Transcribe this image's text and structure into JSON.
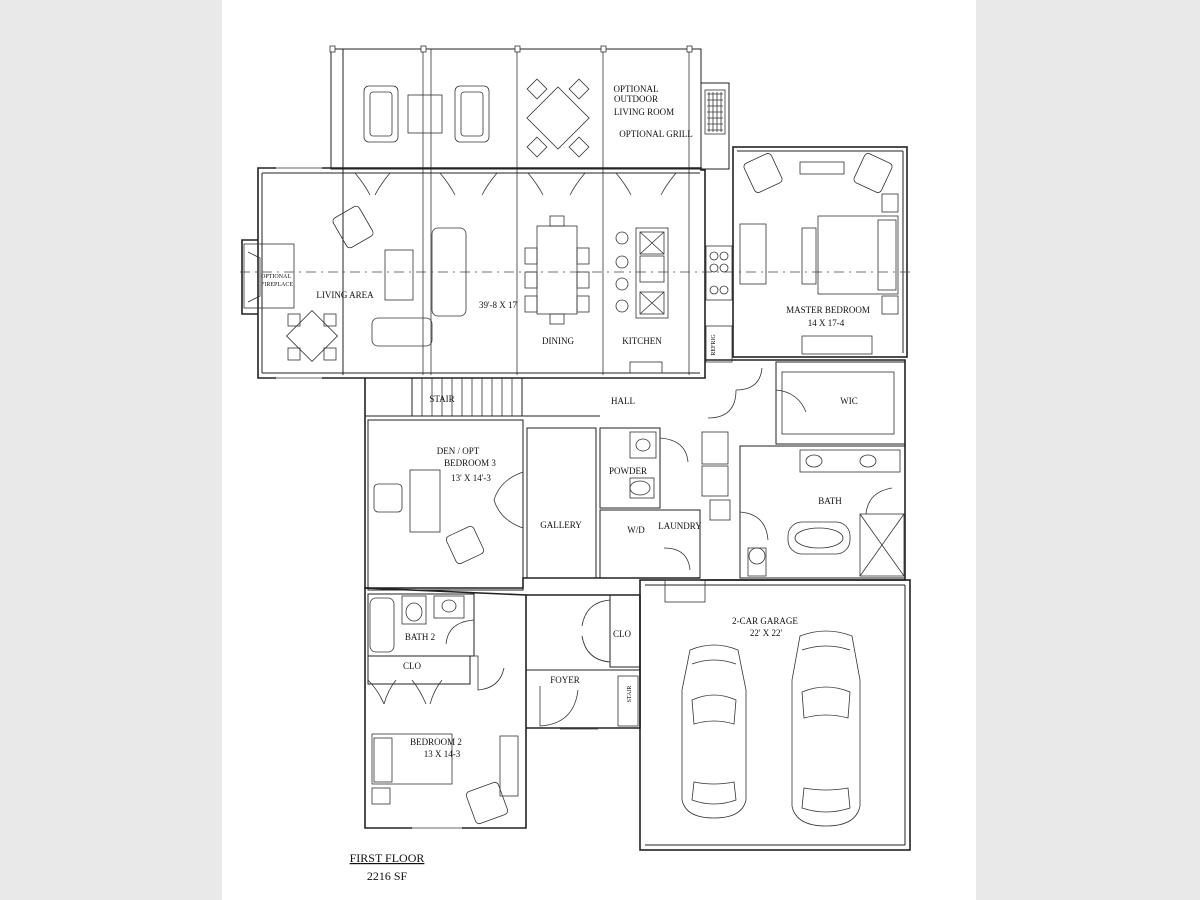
{
  "plan": {
    "title": "FIRST FLOOR",
    "area": "2216 SF",
    "rooms": {
      "outdoor_living_1": "OPTIONAL",
      "outdoor_living_2": "OUTDOOR",
      "outdoor_living_3": "LIVING ROOM",
      "optional_grill": "OPTIONAL GRILL",
      "optional_fireplace_1": "OPTIONAL",
      "optional_fireplace_2": "FIREPLACE",
      "living_area": "LIVING AREA",
      "great_room_size": "39'-8 X 17",
      "dining": "DINING",
      "kitchen": "KITCHEN",
      "refrig": "REFRIG",
      "master_bedroom": "MASTER BEDROOM",
      "master_bedroom_size": "14 X 17-4",
      "stair": "STAIR",
      "hall": "HALL",
      "wic": "WIC",
      "den_1": "DEN / OPT",
      "den_2": "BEDROOM 3",
      "den_size": "13' X 14'-3",
      "gallery": "GALLERY",
      "powder": "POWDER",
      "wd": "W/D",
      "laundry": "LAUNDRY",
      "bath": "BATH",
      "bath2": "BATH 2",
      "clo": "CLO",
      "clo2": "CLO",
      "foyer": "FOYER",
      "stair_small": "STAIR",
      "garage": "2-CAR GARAGE",
      "garage_size": "22' X 22'",
      "bedroom2": "BEDROOM 2",
      "bedroom2_size": "13 X 14-3"
    }
  }
}
